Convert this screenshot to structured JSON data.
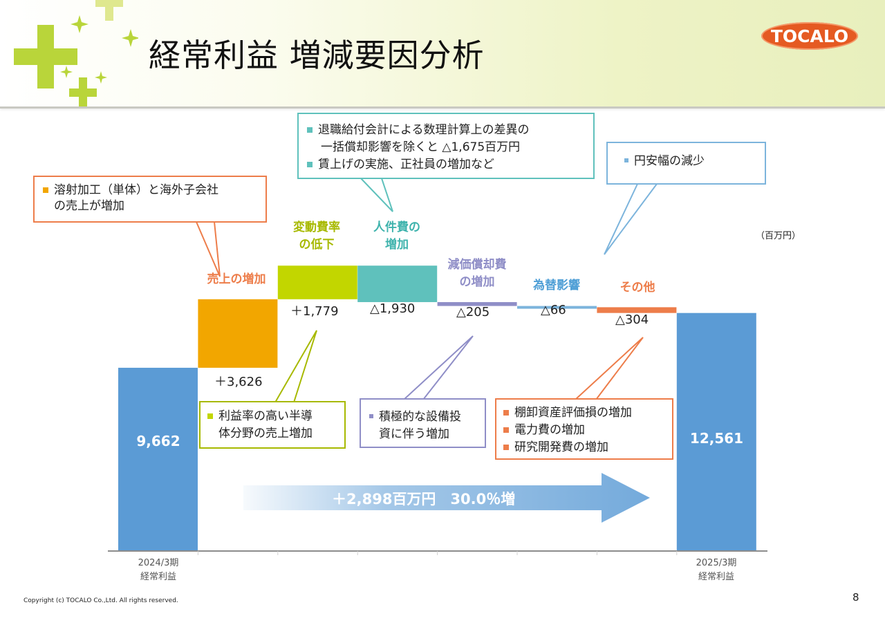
{
  "title": "経常利益 増減要因分析",
  "logo_text": "TOCALO",
  "unit": "（百万円）",
  "copyright": "Copyright (c) TOCALO Co.,Ltd. All rights reserved.",
  "page_number": "8",
  "summary": "＋2,898百万円　30.0％増",
  "colors": {
    "total": "#5b9bd5",
    "sales": "#f2a600",
    "variable": "#c2d600",
    "personnel": "#5fc1bc",
    "depreciation": "#8f8ec7",
    "fx": "#7cb4dc",
    "other": "#ed7d4a"
  },
  "chart_data": {
    "type": "bar",
    "subtype": "waterfall",
    "unit": "百万円",
    "categories": [
      "2024/3期 経常利益",
      "売上の増加",
      "変動費率の低下",
      "人件費の増加",
      "減価償却費の増加",
      "為替影響",
      "その他",
      "2025/3期 経常利益"
    ],
    "values": [
      9662,
      3626,
      1779,
      -1930,
      -205,
      -66,
      -304,
      12561
    ],
    "kinds": [
      "total",
      "delta",
      "delta",
      "delta",
      "delta",
      "delta",
      "delta",
      "total"
    ],
    "value_labels": [
      "9,662",
      "＋3,626",
      "＋1,779",
      "△1,930",
      "△205",
      "△66",
      "△304",
      "12,561"
    ],
    "category_labels": {
      "sales": "売上の増加",
      "variable_line1": "変動費率",
      "variable_line2": "の低下",
      "personnel_line1": "人件費の",
      "personnel_line2": "増加",
      "depreciation_line1": "減価償却費",
      "depreciation_line2": "の増加",
      "fx": "為替影響",
      "other": "その他"
    },
    "x_labels": {
      "start_line1": "2024/3期",
      "start_line2": "経常利益",
      "end_line1": "2025/3期",
      "end_line2": "経常利益"
    }
  },
  "callouts": {
    "sales_top": {
      "lines": [
        "溶射加工（単体）と海外子会社",
        "の売上が増加"
      ]
    },
    "personnel_top": {
      "lines": [
        "退職給付会計による数理計算上の差異の",
        "一括償却影響を除くと △1,675百万円",
        "賃上げの実施、正社員の増加など"
      ]
    },
    "fx_top": {
      "lines": [
        "円安幅の減少"
      ]
    },
    "variable_bottom": {
      "lines": [
        "利益率の高い半導",
        "体分野の売上増加"
      ]
    },
    "depreciation_bottom": {
      "lines": [
        "積極的な設備投",
        "資に伴う増加"
      ]
    },
    "other_bottom": {
      "lines": [
        "棚卸資産評価損の増加",
        "電力費の増加",
        "研究開発費の増加"
      ]
    }
  }
}
